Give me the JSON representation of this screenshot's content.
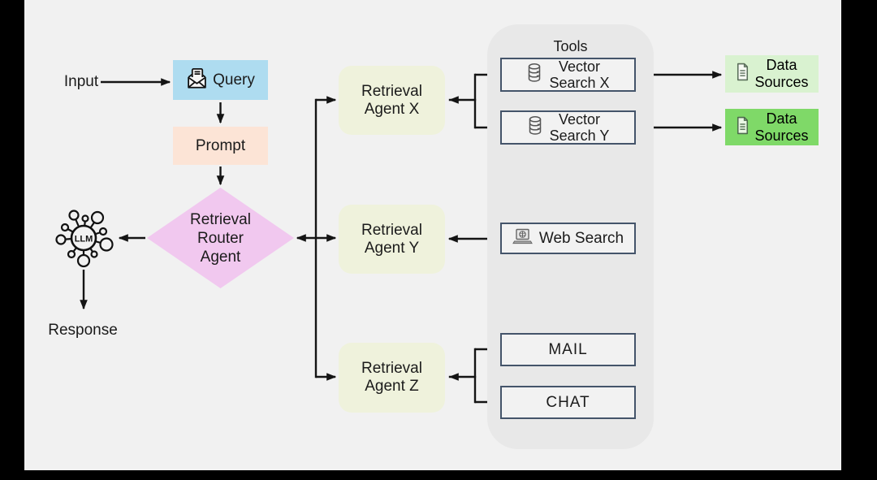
{
  "frame": {
    "color": "#000000",
    "slide_bg": "#f1f1f1"
  },
  "colors": {
    "query": "#aedcf0",
    "prompt": "#fce4d6",
    "router": "#f1c8ef",
    "agent": "#eff2dc",
    "tools_panel": "#e8e8e8",
    "tool_box_border": "#44546a",
    "data_sources_light": "#d9f2d0",
    "data_sources_green": "#7fd968",
    "arrow": "#141414"
  },
  "icons": {
    "query": "open-envelope-icon",
    "llm": "llm-network-icon",
    "vector_search": "database-icon",
    "web_search": "laptop-globe-icon",
    "data_sources": "document-icon"
  },
  "flow": {
    "input_label": "Input",
    "query_label": "Query",
    "prompt_label": "Prompt",
    "router": {
      "lines": [
        "Retrieval",
        "Router",
        "Agent"
      ]
    },
    "llm_label": "LLM",
    "response_label": "Response"
  },
  "agents": [
    {
      "line1": "Retrieval",
      "line2": "Agent X"
    },
    {
      "line1": "Retrieval",
      "line2": "Agent Y"
    },
    {
      "line1": "Retrieval",
      "line2": "Agent Z"
    }
  ],
  "tools": {
    "title": "Tools",
    "vector_x": {
      "line1": "Vector",
      "line2": "Search X"
    },
    "vector_y": {
      "line1": "Vector",
      "line2": "Search Y"
    },
    "web_label": "Web Search",
    "mail_label": "MAIL",
    "chat_label": "CHAT"
  },
  "data_sources": [
    {
      "line1": "Data",
      "line2": "Sources"
    },
    {
      "line1": "Data",
      "line2": "Sources"
    }
  ]
}
